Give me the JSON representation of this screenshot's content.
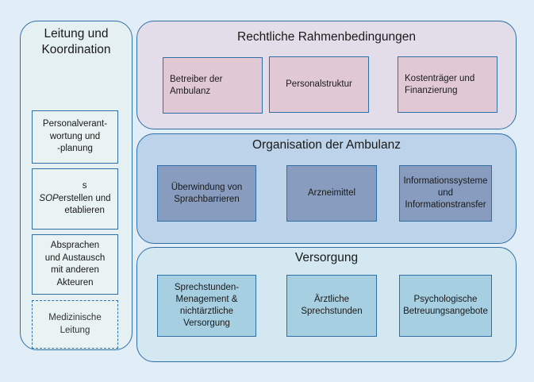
{
  "left": {
    "title": "Leitung und\nKoordination",
    "items": [
      "Personalverant-\nwortung und\n-planung",
      "SOPs\nerstellen und\netablieren",
      "Absprachen\nund Austausch\nmit anderen\nAkteuren",
      "Medizinische\nLeitung"
    ]
  },
  "sections": [
    {
      "title": "Rechtliche Rahmenbedingungen",
      "boxes": [
        "Betreiber der\nAmbulanz",
        "Personalstruktur",
        "Kostenträger und\nFinanzierung"
      ]
    },
    {
      "title": "Organisation der Ambulanz",
      "boxes": [
        "Überwindung von\nSprachbarrieren",
        "Arzneimittel",
        "Informationssysteme\nund\nInformationstransfer"
      ]
    },
    {
      "title": "Versorgung",
      "boxes": [
        "Sprechstunden-\nMenagement &\nnichtärztliche\nVersorgung",
        "Ärztliche\nSprechstunden",
        "Psychologische\nBetreuungsangebote"
      ]
    }
  ],
  "colors": {
    "background": "#e1eef7",
    "border": "#2f6fa6",
    "section1_box": "#e0c9d5",
    "section2_box": "#889cbf",
    "section3_box": "#a7cfe2"
  }
}
